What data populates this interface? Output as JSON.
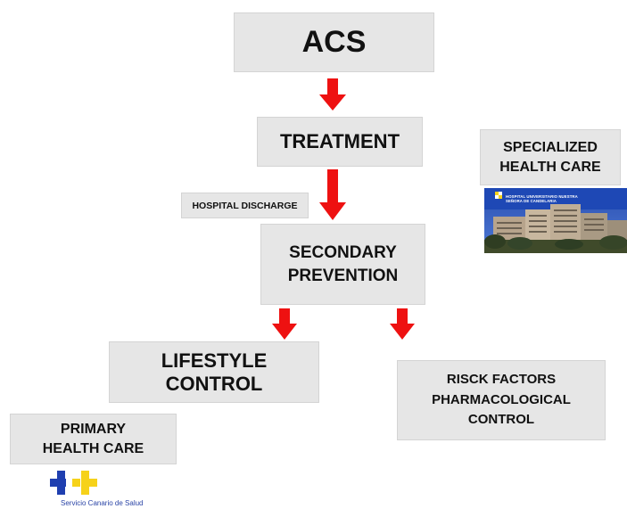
{
  "nodes": {
    "acs": "ACS",
    "treatment": "TREATMENT",
    "hospital_discharge": "HOSPITAL DISCHARGE",
    "secondary_prevention": "SECONDARY\nPREVENTION",
    "lifestyle_control": "LIFESTYLE\nCONTROL",
    "risk_factors": "RISCK FACTORS\nPHARMACOLOGICAL\nCONTROL",
    "specialized_health_care": "SPECIALIZED\nHEALTH CARE",
    "primary_health_care": "PRIMARY\nHEALTH CARE"
  },
  "hospital_image": {
    "name": "HOSPITAL UNIVERSITARIO NUESTRA\nSEÑORA DE CANDELARIA"
  },
  "scs_logo": {
    "text": "Servicio\nCanario de Salud"
  },
  "colors": {
    "arrow": "#ee1111",
    "box_fill": "#e6e6e6",
    "logo_blue": "#1f3fb0",
    "logo_yellow": "#f6d21a"
  },
  "edges": [
    {
      "from": "acs",
      "to": "treatment"
    },
    {
      "from": "treatment",
      "to": "secondary_prevention",
      "label": "hospital_discharge"
    },
    {
      "from": "secondary_prevention",
      "to": "lifestyle_control"
    },
    {
      "from": "secondary_prevention",
      "to": "risk_factors"
    }
  ]
}
